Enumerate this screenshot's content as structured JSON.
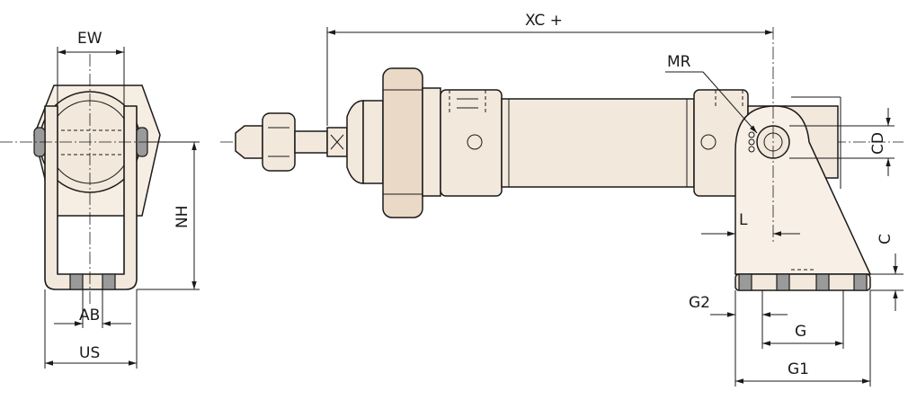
{
  "dimensions": {
    "ew": "EW",
    "nh": "NH",
    "ab": "AB",
    "us": "US",
    "xc": "XC  +",
    "mr": "MR",
    "cd": "CD",
    "l": "L",
    "c": "C",
    "g2": "G2",
    "g": "G",
    "g1": "G1"
  },
  "colors": {
    "body_fill": "#f3e8dc",
    "line": "#1a1a1a"
  }
}
